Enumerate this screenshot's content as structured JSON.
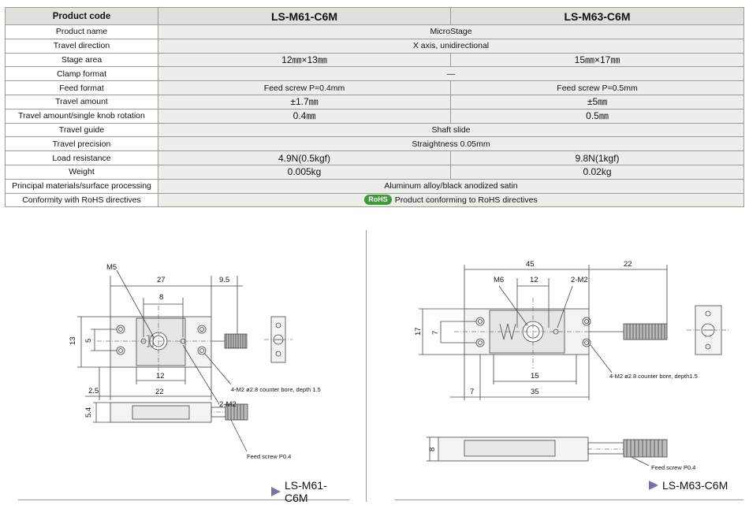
{
  "spec_table": {
    "header": {
      "label": "Product code",
      "models": [
        "LS-M61-C6M",
        "LS-M63-C6M"
      ]
    },
    "rows": {
      "product_name": {
        "label": "Product name",
        "value": "MicroStage"
      },
      "travel_direction": {
        "label": "Travel direction",
        "value": "X axis, unidirectional"
      },
      "stage_area": {
        "label": "Stage area",
        "values": [
          "12㎜×13㎜",
          "15㎜×17㎜"
        ]
      },
      "clamp_format": {
        "label": "Clamp format",
        "value": "—"
      },
      "feed_format": {
        "label": "Feed format",
        "values": [
          "Feed screw P=0.4mm",
          "Feed screw P=0.5mm"
        ]
      },
      "travel_amount": {
        "label": "Travel amount",
        "values": [
          "±1.7㎜",
          "±5㎜"
        ]
      },
      "travel_per_rotation": {
        "label": "Travel amount/single knob rotation",
        "values": [
          "0.4㎜",
          "0.5㎜"
        ]
      },
      "travel_guide": {
        "label": "Travel guide",
        "value": "Shaft slide"
      },
      "travel_precision": {
        "label": "Travel precision",
        "value": "Straightness 0.05mm"
      },
      "load_resistance": {
        "label": "Load resistance",
        "values": [
          "4.9N(0.5kgf)",
          "9.8N(1kgf)"
        ]
      },
      "weight": {
        "label": "Weight",
        "values": [
          "0.005kg",
          "0.02kg"
        ]
      },
      "materials": {
        "label": "Principal materials/surface processing",
        "value": "Aluminum alloy/black anodized satin"
      },
      "rohs": {
        "label": "Conformity with RoHS directives",
        "badge": "RoHS",
        "value": "Product conforming to RoHS directives"
      }
    }
  },
  "drawing_left": {
    "model": "LS-M61-C6M",
    "dims": {
      "m5": "M5",
      "w27": "27",
      "w9_5": "9.5",
      "w8": "8",
      "h13": "13",
      "h5": "5",
      "w12": "12",
      "w2_5": "2.5",
      "w22": "22",
      "h5_4": "5.4"
    },
    "notes": {
      "bore": "4-M2 ø2.8 counter bore, depth 1.5",
      "m2": "2-M2",
      "feed": "Feed screw P0.4"
    }
  },
  "drawing_right": {
    "model": "LS-M63-C6M",
    "dims": {
      "w45": "45",
      "w22": "22",
      "m6": "M6",
      "w12": "12",
      "m2": "2-M2",
      "h17": "17",
      "h7": "7",
      "w15": "15",
      "w7": "7",
      "w35": "35",
      "h8": "8"
    },
    "notes": {
      "bore": "4-M2 ø2.8 counter bore, depth1.5",
      "feed": "Feed screw P0.4"
    }
  },
  "colors": {
    "header_bg": "#dfe1dc",
    "value_bg": "#eceeea",
    "rohs_green": "#3d9a3a",
    "label_triangle": "#7a6fa8"
  }
}
